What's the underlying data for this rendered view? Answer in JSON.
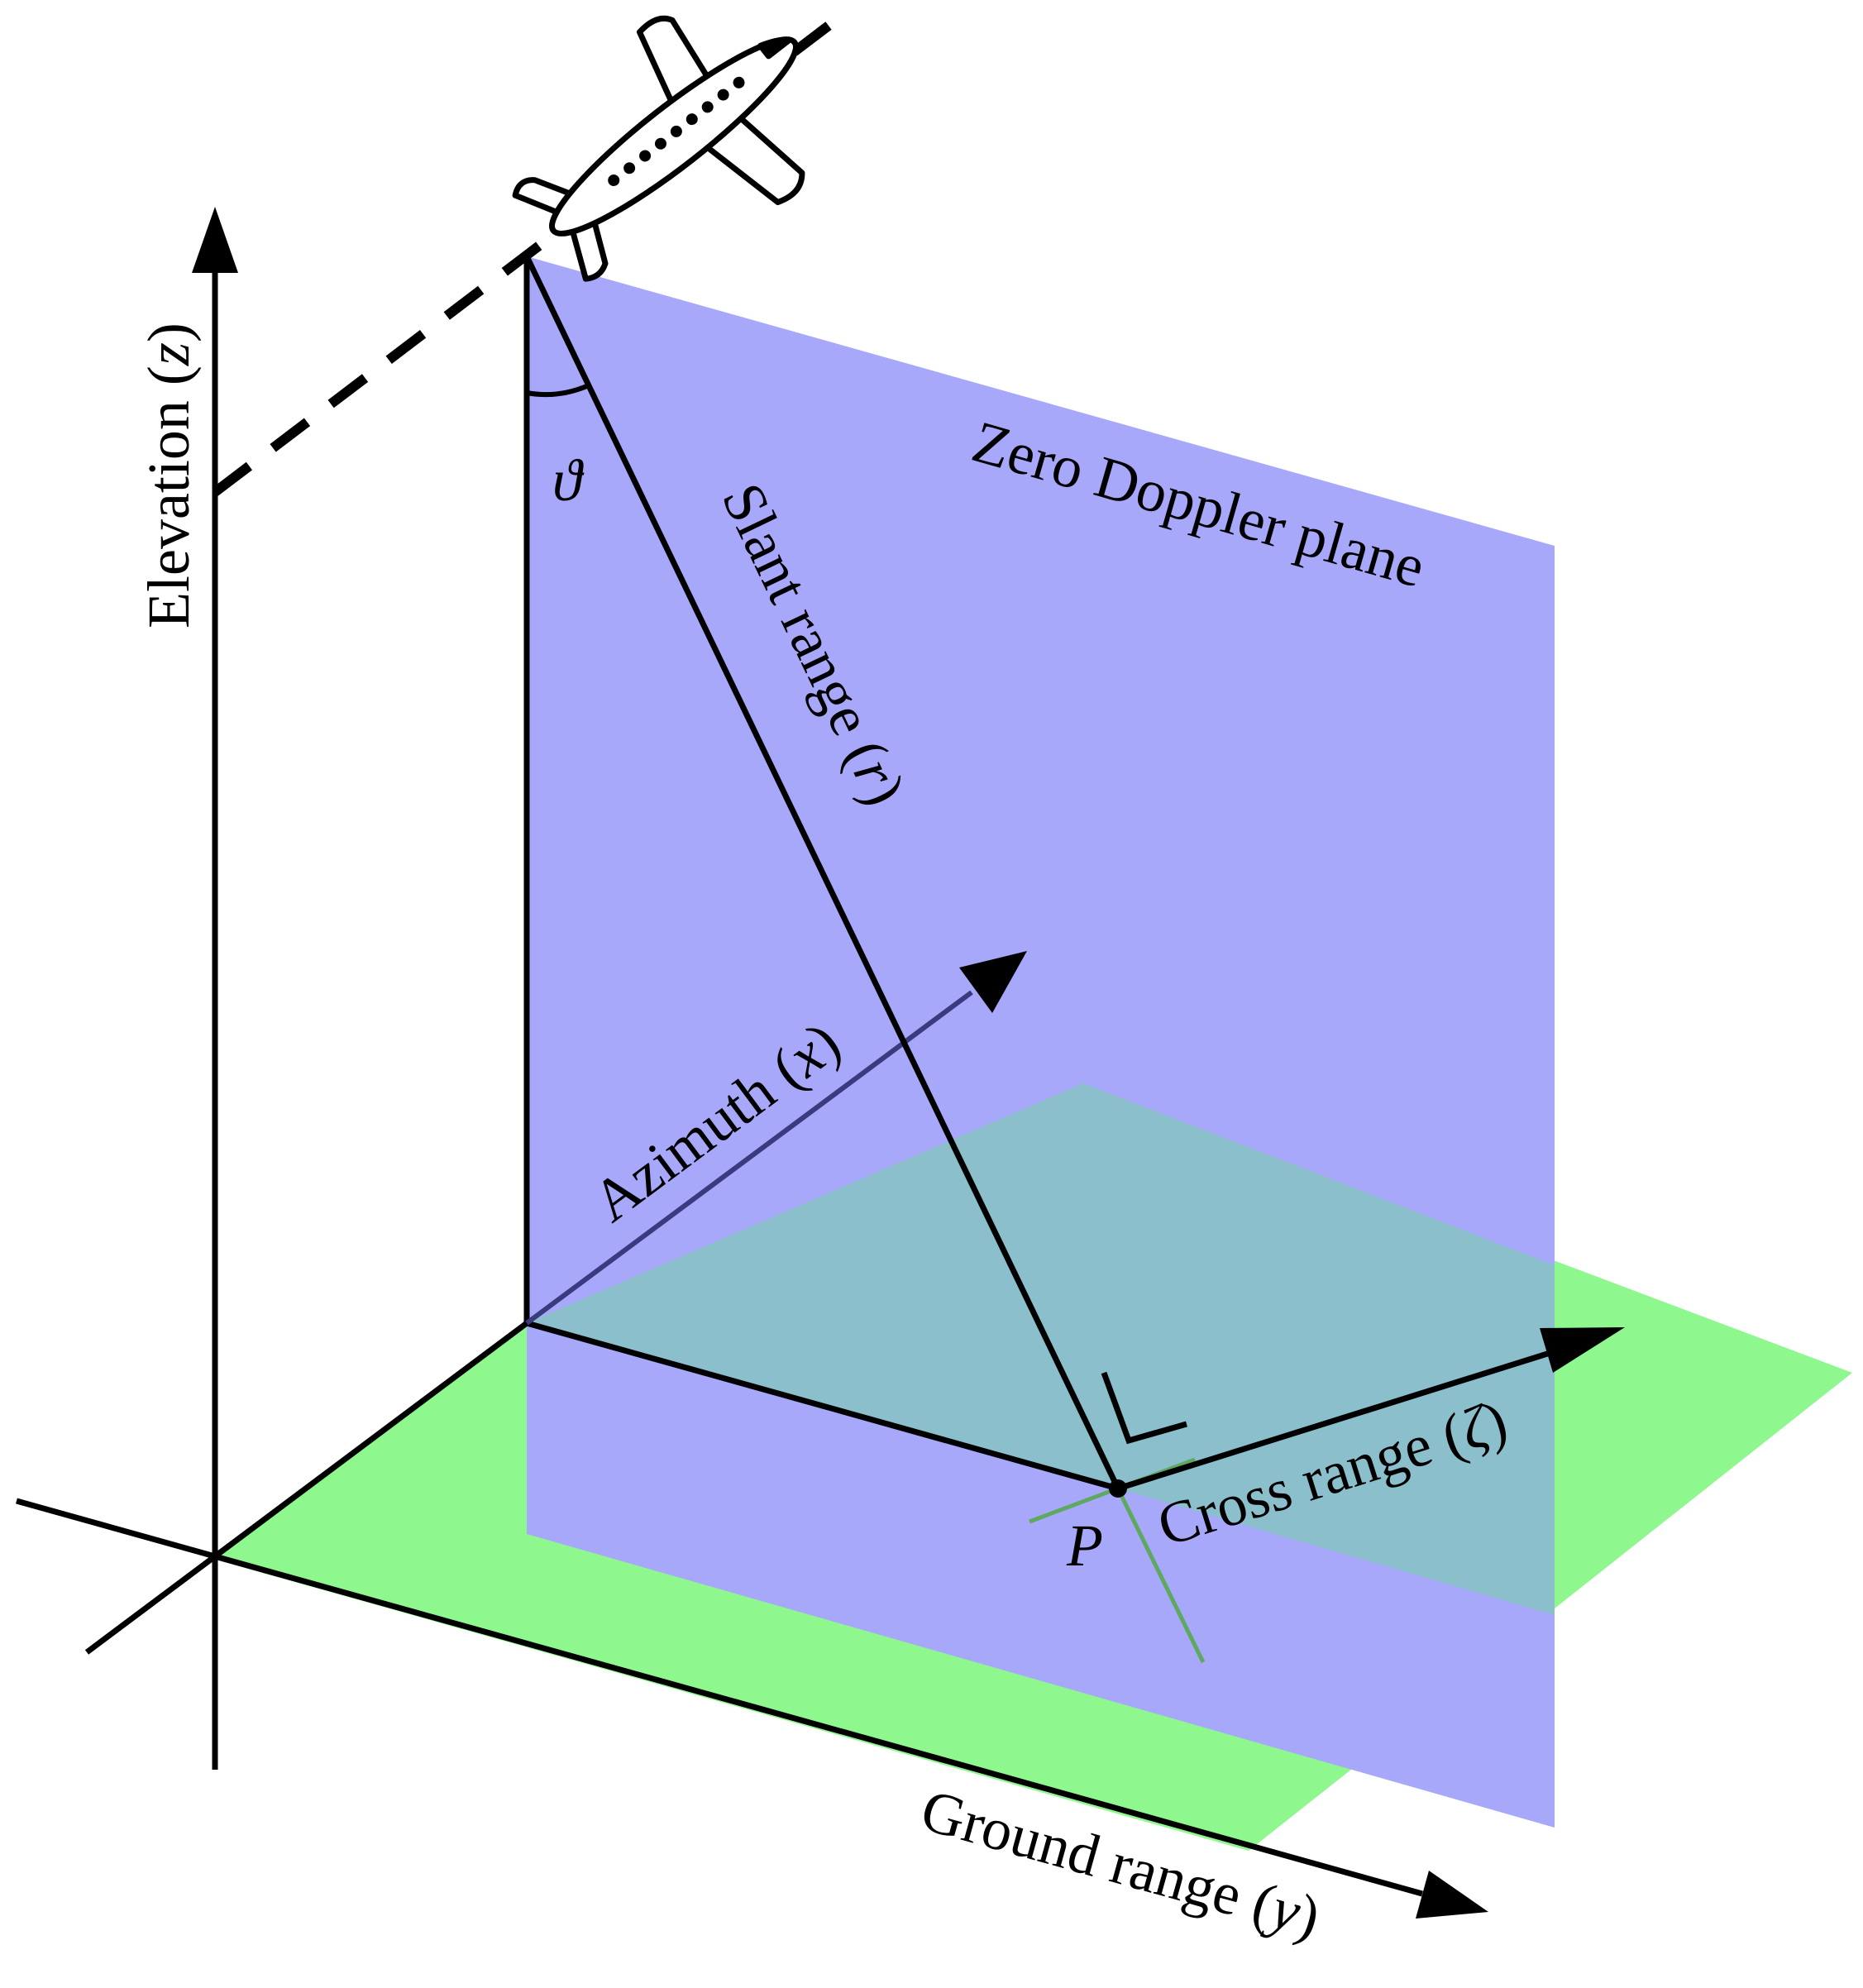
{
  "colors": {
    "zero_doppler_plane": "#a8a8fb",
    "ground_plane": "#8ef78e",
    "overlap_region": "#8cbfcc",
    "lines": "#000000"
  },
  "labels": {
    "elevation": {
      "text": "Elevation",
      "var": "z"
    },
    "zero_doppler_plane": "Zero Doppler plane",
    "angle": "ϑ",
    "slant_range": {
      "text": "Slant range",
      "var": "r"
    },
    "azimuth": {
      "text": "Azimuth",
      "var": "x"
    },
    "cross_range": {
      "text": "Cross range",
      "var": "ζ"
    },
    "point": "P",
    "ground_range": {
      "text": "Ground range",
      "var": "y"
    }
  },
  "icons": {
    "aircraft": "airplane-icon"
  }
}
